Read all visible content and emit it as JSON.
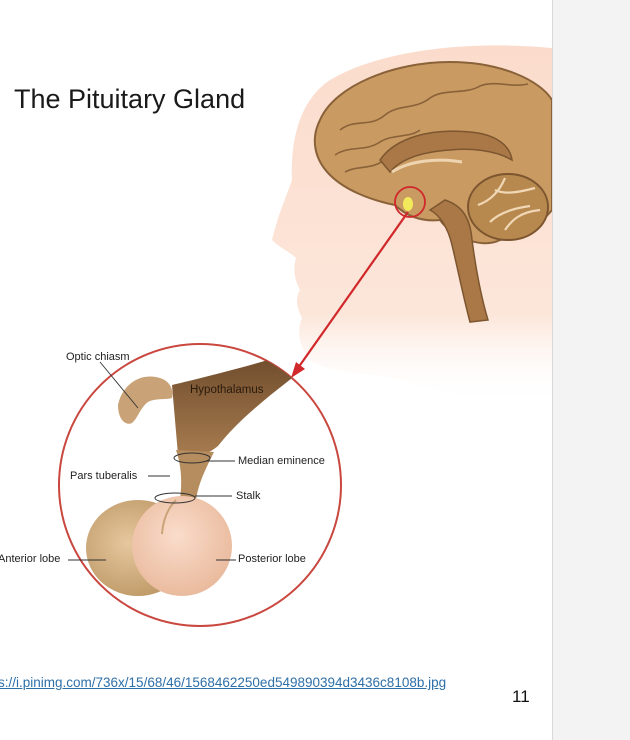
{
  "slide": {
    "title": "The Pituitary Gland",
    "source_link": "s://i.pinimg.com/736x/15/68/46/1568462250ed549890394d3436c8108b.jpg",
    "page_number": "11"
  },
  "diagram": {
    "labels": {
      "optic_chiasm": "Optic chiasm",
      "hypothalamus": "Hypothalamus",
      "median_eminence": "Median eminence",
      "pars_tuberalis": "Pars tuberalis",
      "stalk": "Stalk",
      "anterior_lobe": "Anterior lobe",
      "posterior_lobe": "Posterior lobe"
    },
    "colors": {
      "skin": "#fbe0d2",
      "brain": "#c99a62",
      "brain_dark": "#8a6239",
      "anterior_lobe": "#d7b48a",
      "posterior_lobe": "#f3c9ad",
      "arrow": "#d0282b",
      "circle": "#c9473f"
    }
  }
}
